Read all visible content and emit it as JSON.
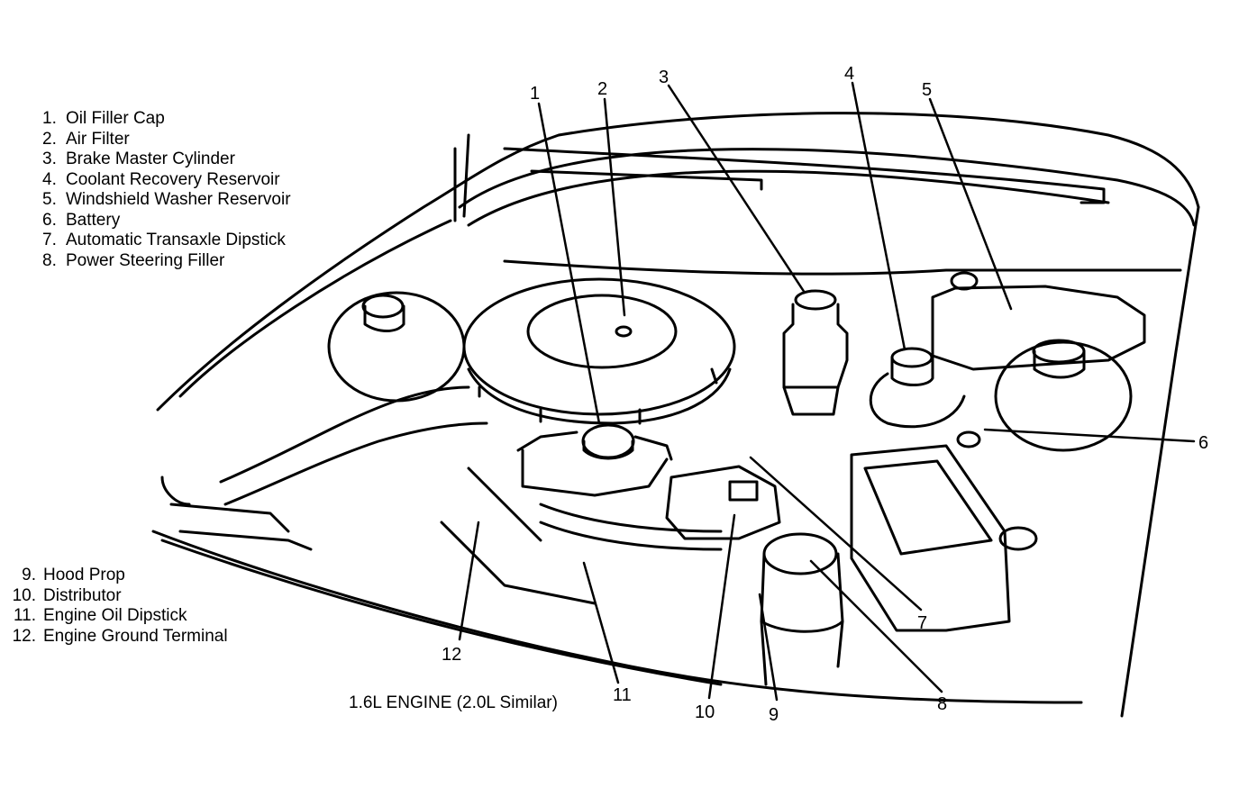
{
  "legend_top": [
    {
      "num": "1.",
      "label": "Oil Filler Cap"
    },
    {
      "num": "2.",
      "label": "Air Filter"
    },
    {
      "num": "3.",
      "label": "Brake Master Cylinder"
    },
    {
      "num": "4.",
      "label": "Coolant Recovery Reservoir"
    },
    {
      "num": "5.",
      "label": "Windshield Washer Reservoir"
    },
    {
      "num": "6.",
      "label": "Battery"
    },
    {
      "num": "7.",
      "label": "Automatic Transaxle Dipstick"
    },
    {
      "num": "8.",
      "label": "Power Steering Filler"
    }
  ],
  "legend_bottom": [
    {
      "num": "9.",
      "label": "Hood Prop"
    },
    {
      "num": "10.",
      "label": "Distributor"
    },
    {
      "num": "11.",
      "label": "Engine Oil Dipstick"
    },
    {
      "num": "12.",
      "label": "Engine Ground Terminal"
    }
  ],
  "callouts": [
    "1",
    "2",
    "3",
    "4",
    "5",
    "6",
    "7",
    "8",
    "9",
    "10",
    "11",
    "12"
  ],
  "caption": "1.6L ENGINE (2.0L Similar)"
}
